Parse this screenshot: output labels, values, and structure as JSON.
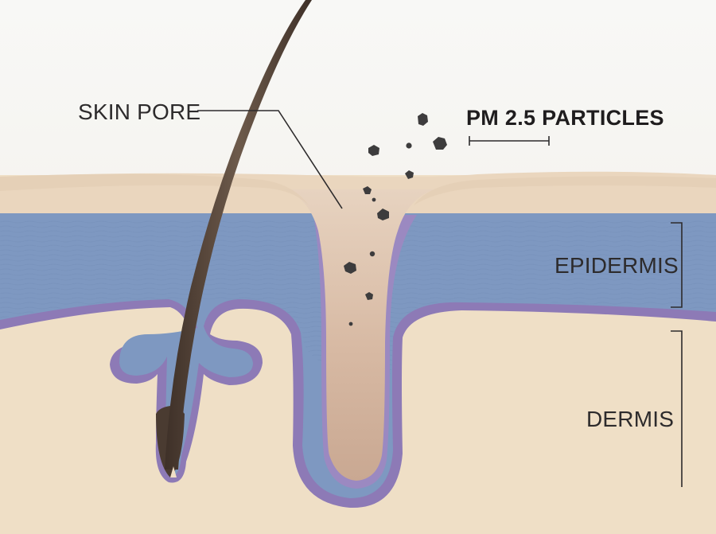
{
  "labels": {
    "skin_pore": "SKIN PORE",
    "pm25": "PM 2.5 PARTICLES",
    "epidermis": "EPIDERMIS",
    "dermis": "DERMIS"
  },
  "colors": {
    "background": "#f6f5f1",
    "surface_skin": "#ead6be",
    "epidermis": "#7e98c1",
    "basal_membrane": "#8d7ab6",
    "dermis": "#efdfc6",
    "pore_interior": "#dcc0aa",
    "hair": "#5a4a3f",
    "particles": "#3d3c3d",
    "label_text": "#2d2b2c"
  }
}
